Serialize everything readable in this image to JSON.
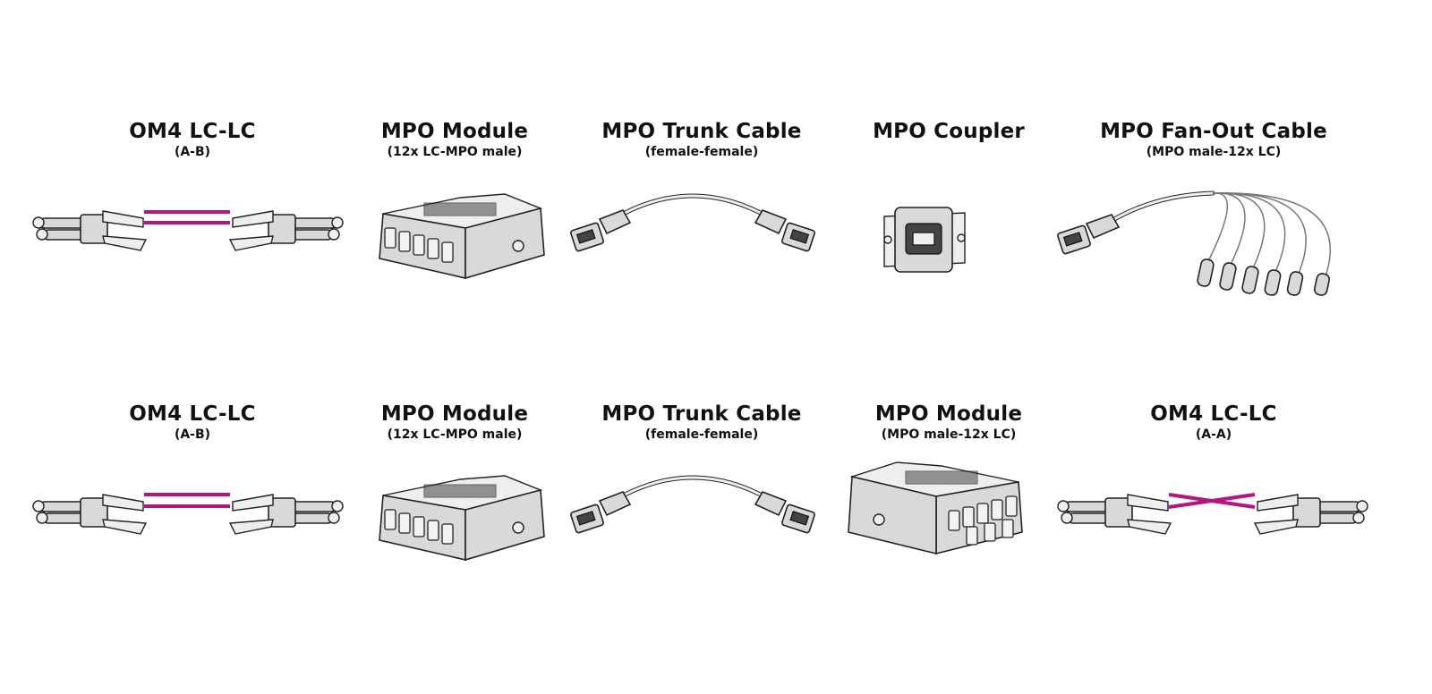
{
  "accent_color": "#b5157e",
  "rows": [
    {
      "items": [
        {
          "title": "OM4 LC-LC",
          "subtitle": "(A-B)",
          "icon": "lc-lc-patch-cable-ab-icon"
        },
        {
          "title": "MPO Module",
          "subtitle": "(12x LC-MPO male)",
          "icon": "mpo-module-icon"
        },
        {
          "title": "MPO Trunk Cable",
          "subtitle": "(female-female)",
          "icon": "mpo-trunk-cable-icon"
        },
        {
          "title": "MPO Coupler",
          "subtitle": "",
          "icon": "mpo-coupler-icon"
        },
        {
          "title": "MPO Fan-Out Cable",
          "subtitle": "(MPO male-12x LC)",
          "icon": "mpo-fan-out-cable-icon"
        }
      ]
    },
    {
      "items": [
        {
          "title": "OM4 LC-LC",
          "subtitle": "(A-B)",
          "icon": "lc-lc-patch-cable-ab-icon"
        },
        {
          "title": "MPO Module",
          "subtitle": "(12x LC-MPO male)",
          "icon": "mpo-module-icon"
        },
        {
          "title": "MPO Trunk Cable",
          "subtitle": "(female-female)",
          "icon": "mpo-trunk-cable-icon"
        },
        {
          "title": "MPO Module",
          "subtitle": "(MPO male-12x LC)",
          "icon": "mpo-module-icon"
        },
        {
          "title": "OM4 LC-LC",
          "subtitle": "(A-A)",
          "icon": "lc-lc-patch-cable-aa-icon"
        }
      ]
    }
  ]
}
